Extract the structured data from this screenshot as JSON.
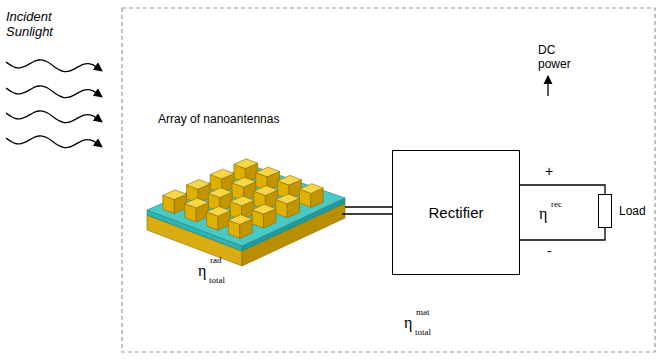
{
  "diagram": {
    "nodes": [
      {
        "text": [
          "Array of nanoantennas"
        ]
      },
      {
        "text": [
          "Rectifier"
        ]
      },
      {
        "text": [
          "Load"
        ]
      }
    ],
    "edges": [
      {
        "from": 0,
        "to": 1,
        "arrow": "none"
      },
      {
        "from": 1,
        "to": 2,
        "arrow": "none"
      }
    ],
    "labels": [
      "Incident Sunlight",
      "DC power",
      "+",
      "-",
      "η",
      "rec",
      "η",
      "rad",
      "total",
      "η",
      "mat",
      "total"
    ]
  }
}
